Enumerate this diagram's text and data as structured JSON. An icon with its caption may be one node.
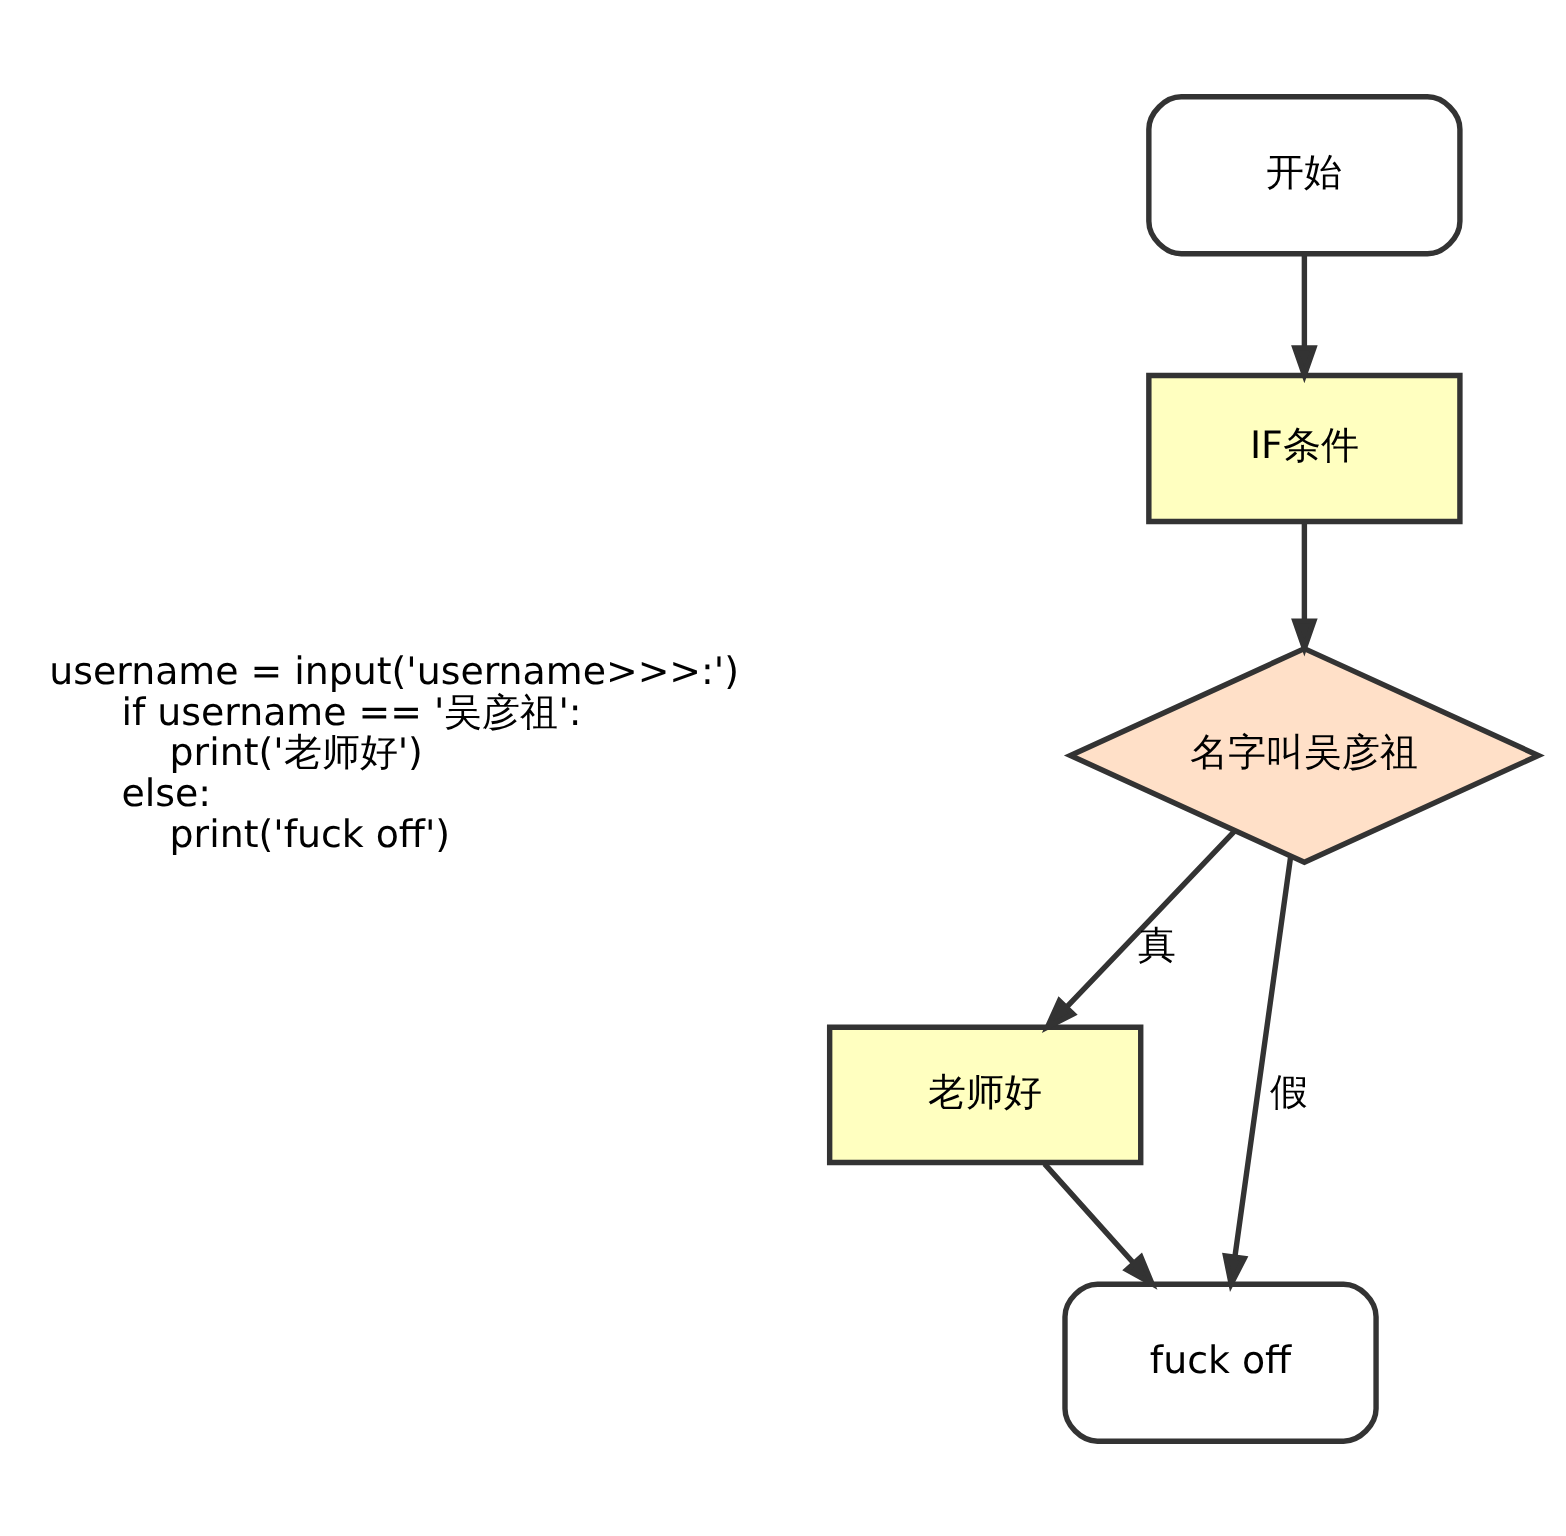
{
  "diagram": {
    "nodes": [
      {
        "text": [
          "开始"
        ]
      },
      {
        "text": [
          "IF条件"
        ]
      },
      {
        "text": [
          "名字叫吴彦祖"
        ]
      },
      {
        "text": [
          "老师好"
        ]
      },
      {
        "text": [
          "fuck off"
        ]
      }
    ],
    "edges": [
      {
        "from": 0,
        "to": 1,
        "arrow": "to"
      },
      {
        "from": 1,
        "to": 2,
        "arrow": "to"
      },
      {
        "from": 2,
        "to": 3,
        "arrow": "to",
        "label": "真"
      },
      {
        "from": 3,
        "to": 4,
        "arrow": "to"
      },
      {
        "from": 2,
        "to": 4,
        "arrow": "to",
        "label": "假"
      }
    ],
    "labels": [
      "username = input('username>>>:')",
      "if username == '吴彦祖':",
      "print('老师好')",
      "else:",
      "print('fuck off')"
    ]
  }
}
